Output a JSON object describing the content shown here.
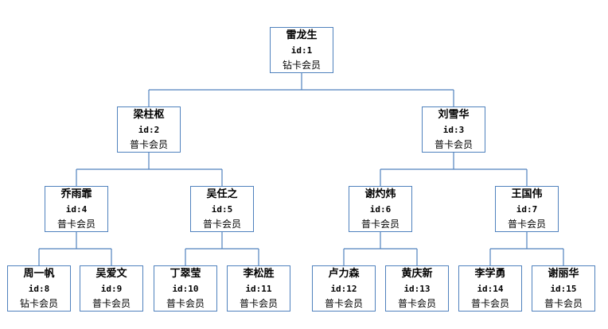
{
  "tree": {
    "id_prefix": "id:",
    "nodes": [
      {
        "key": "n1",
        "name": "雷龙生",
        "id": 1,
        "level": "钻卡会员",
        "parent": null
      },
      {
        "key": "n2",
        "name": "梁柱枢",
        "id": 2,
        "level": "普卡会员",
        "parent": "n1"
      },
      {
        "key": "n3",
        "name": "刘雪华",
        "id": 3,
        "level": "普卡会员",
        "parent": "n1"
      },
      {
        "key": "n4",
        "name": "乔雨霏",
        "id": 4,
        "level": "普卡会员",
        "parent": "n2"
      },
      {
        "key": "n5",
        "name": "吴任之",
        "id": 5,
        "level": "普卡会员",
        "parent": "n2"
      },
      {
        "key": "n6",
        "name": "谢灼炜",
        "id": 6,
        "level": "普卡会员",
        "parent": "n3"
      },
      {
        "key": "n7",
        "name": "王国伟",
        "id": 7,
        "level": "普卡会员",
        "parent": "n3"
      },
      {
        "key": "n8",
        "name": "周一帆",
        "id": 8,
        "level": "钻卡会员",
        "parent": "n4"
      },
      {
        "key": "n9",
        "name": "吴爱文",
        "id": 9,
        "level": "普卡会员",
        "parent": "n4"
      },
      {
        "key": "n10",
        "name": "丁翠莹",
        "id": 10,
        "level": "普卡会员",
        "parent": "n5"
      },
      {
        "key": "n11",
        "name": "李松胜",
        "id": 11,
        "level": "普卡会员",
        "parent": "n5"
      },
      {
        "key": "n12",
        "name": "卢力森",
        "id": 12,
        "level": "普卡会员",
        "parent": "n6"
      },
      {
        "key": "n13",
        "name": "黄庆新",
        "id": 13,
        "level": "普卡会员",
        "parent": "n6"
      },
      {
        "key": "n14",
        "name": "李学勇",
        "id": 14,
        "level": "普卡会员",
        "parent": "n7"
      },
      {
        "key": "n15",
        "name": "谢丽华",
        "id": 15,
        "level": "普卡会员",
        "parent": "n7"
      }
    ]
  },
  "colors": {
    "border": "#4f81bd",
    "connector": "#4f81bd",
    "background": "#ffffff",
    "text": "#000000"
  }
}
